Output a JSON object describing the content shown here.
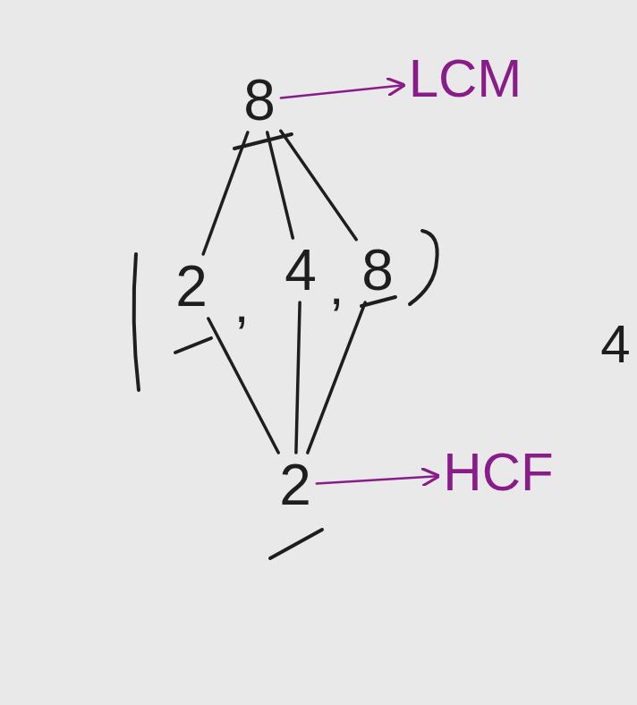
{
  "diagram": {
    "nodes": [
      {
        "text": [
          "8"
        ]
      },
      {
        "text": [
          "LCM"
        ]
      },
      {
        "text": [
          "2"
        ]
      },
      {
        "text": [
          "4"
        ]
      },
      {
        "text": [
          "8"
        ]
      },
      {
        "text": [
          "2"
        ]
      },
      {
        "text": [
          "HCF"
        ]
      }
    ],
    "edges": [
      {
        "from": 0,
        "to": 1,
        "arrow": "to"
      },
      {
        "from": 0,
        "to": 2,
        "arrow": "none"
      },
      {
        "from": 0,
        "to": 3,
        "arrow": "none"
      },
      {
        "from": 0,
        "to": 4,
        "arrow": "none"
      },
      {
        "from": 5,
        "to": 2,
        "arrow": "none"
      },
      {
        "from": 5,
        "to": 3,
        "arrow": "none"
      },
      {
        "from": 5,
        "to": 4,
        "arrow": "none"
      },
      {
        "from": 5,
        "to": 6,
        "arrow": "to"
      }
    ],
    "labels": [
      ",",
      ",",
      "4"
    ]
  }
}
